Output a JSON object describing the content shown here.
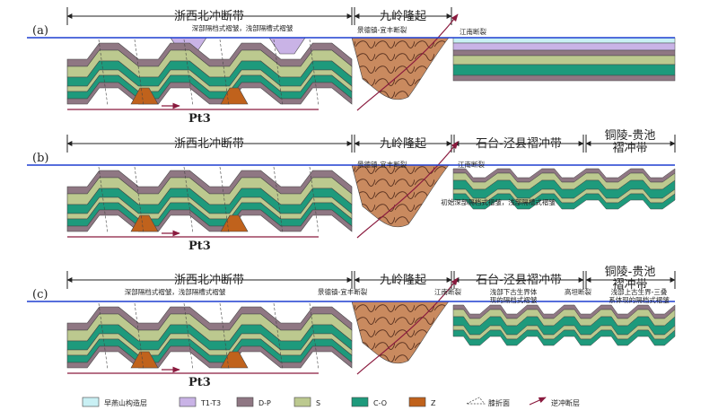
{
  "colors": {
    "early_yanshan": "#c9f0f4",
    "t1_t3": "#c9b3e6",
    "d_p": "#8f7783",
    "s": "#bcc98f",
    "c_o": "#1e9a7c",
    "z": "#c0621c",
    "jiuling": "#c98a5f",
    "blue_line": "#1f3fd0",
    "thrust": "#8a1a3e"
  },
  "panels": [
    {
      "label": "(a)",
      "zones": [
        "浙西北冲断带",
        "九岭隆起"
      ],
      "notes": [
        "深部隔档式褶皱，浅部隔槽式褶皱",
        "景德镇-宜丰断裂",
        "江南断裂"
      ],
      "pt3": "Pt3"
    },
    {
      "label": "(b)",
      "zones": [
        "浙西北冲断带",
        "九岭隆起",
        "石台-泾县褶冲带",
        "铜陵-贵池",
        "褶冲带"
      ],
      "notes": [
        "景德镇-宜丰断裂",
        "江南断裂",
        "初始深部隔档式褶皱，浅部隔槽式褶皱"
      ],
      "pt3": "Pt3"
    },
    {
      "label": "(c)",
      "zones": [
        "浙西北冲断带",
        "九岭隆起",
        "石台-泾县褶冲带",
        "铜陵-贵池",
        "褶冲带"
      ],
      "notes": [
        "深部隔档式褶皱，浅部隔槽式褶皱",
        "景德镇-宜丰断裂",
        "江南断裂",
        "浅部下古生界体",
        "现的隔档式褶皱",
        "高坦断裂",
        "浅部上古生界-三叠",
        "系体现的隔档式褶皱"
      ],
      "pt3": "Pt3"
    }
  ],
  "legend": {
    "items": [
      {
        "label": "早燕山构造层",
        "kind": "early_yanshan"
      },
      {
        "label": "T1-T3",
        "kind": "t1_t3"
      },
      {
        "label": "D-P",
        "kind": "d_p"
      },
      {
        "label": "S",
        "kind": "s"
      },
      {
        "label": "C-O",
        "kind": "c_o"
      },
      {
        "label": "Z",
        "kind": "z"
      },
      {
        "label": "膝折面",
        "kind": "kink"
      },
      {
        "label": "逆冲断层",
        "kind": "thrust"
      }
    ]
  }
}
